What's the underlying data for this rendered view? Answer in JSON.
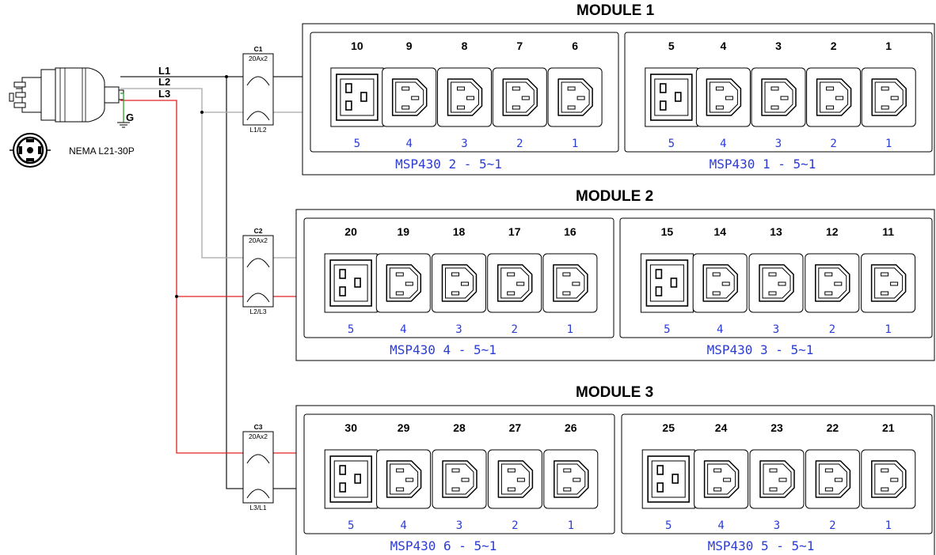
{
  "plug": {
    "label": "NEMA L21-30P",
    "lines": [
      "L1",
      "L2",
      "L3"
    ],
    "ground": "G"
  },
  "colors": {
    "l1": "#222222",
    "l2": "#a8a8a8",
    "l3": "#e02020",
    "ground": "#2e9e2e",
    "label_blue": "#2b3bd6"
  },
  "breakers": [
    {
      "name": "C1",
      "rating": "20Ax2",
      "phase": "L1/L2"
    },
    {
      "name": "C2",
      "rating": "20Ax2",
      "phase": "L2/L3"
    },
    {
      "name": "C3",
      "rating": "20Ax2",
      "phase": "L3/L1"
    }
  ],
  "modules": [
    {
      "title": "MODULE 1",
      "groups": [
        {
          "label": "MSP430 2 - 5~1",
          "outlets": [
            "10",
            "9",
            "8",
            "7",
            "6"
          ],
          "sub": [
            "5",
            "4",
            "3",
            "2",
            "1"
          ],
          "types": [
            "C19",
            "C13",
            "C13",
            "C13",
            "C13"
          ]
        },
        {
          "label": "MSP430 1 - 5~1",
          "outlets": [
            "5",
            "4",
            "3",
            "2",
            "1"
          ],
          "sub": [
            "5",
            "4",
            "3",
            "2",
            "1"
          ],
          "types": [
            "C19",
            "C13",
            "C13",
            "C13",
            "C13"
          ]
        }
      ]
    },
    {
      "title": "MODULE  2",
      "groups": [
        {
          "label": "MSP430 4 - 5~1",
          "outlets": [
            "20",
            "19",
            "18",
            "17",
            "16"
          ],
          "sub": [
            "5",
            "4",
            "3",
            "2",
            "1"
          ],
          "types": [
            "C19",
            "C13",
            "C13",
            "C13",
            "C13"
          ]
        },
        {
          "label": "MSP430 3 - 5~1",
          "outlets": [
            "15",
            "14",
            "13",
            "12",
            "11"
          ],
          "sub": [
            "5",
            "4",
            "3",
            "2",
            "1"
          ],
          "types": [
            "C19",
            "C13",
            "C13",
            "C13",
            "C13"
          ]
        }
      ]
    },
    {
      "title": "MODULE  3",
      "groups": [
        {
          "label": "MSP430 6 - 5~1",
          "outlets": [
            "30",
            "29",
            "28",
            "27",
            "26"
          ],
          "sub": [
            "5",
            "4",
            "3",
            "2",
            "1"
          ],
          "types": [
            "C19",
            "C13",
            "C13",
            "C13",
            "C13"
          ]
        },
        {
          "label": "MSP430 5 - 5~1",
          "outlets": [
            "25",
            "24",
            "23",
            "22",
            "21"
          ],
          "sub": [
            "5",
            "4",
            "3",
            "2",
            "1"
          ],
          "types": [
            "C19",
            "C13",
            "C13",
            "C13",
            "C13"
          ]
        }
      ]
    }
  ]
}
